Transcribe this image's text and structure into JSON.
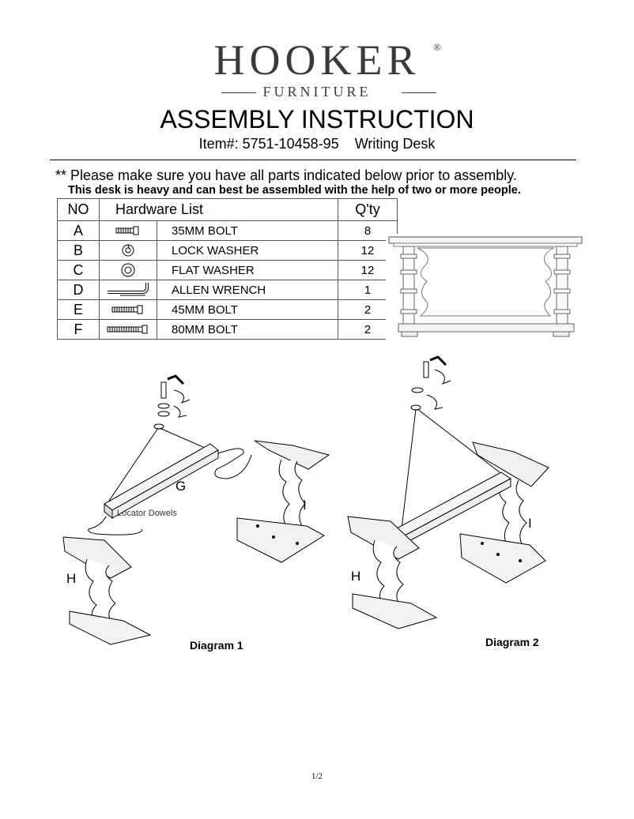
{
  "logo": {
    "brand": "HOOKER",
    "registered": "®",
    "sub": "FURNITURE"
  },
  "title": "ASSEMBLY INSTRUCTION",
  "item_line": "Item#: 5751-10458-95    Writing Desk",
  "notice": "** Please make sure you have all parts indicated below prior to assembly.",
  "notice_bold": "This desk is heavy and can best be assembled with the help of two or more people.",
  "table": {
    "headers": {
      "no": "NO",
      "list": "Hardware List",
      "qty": "Q'ty"
    },
    "rows": [
      {
        "no": "A",
        "icon": "short-bolt-icon",
        "name": "35MM BOLT",
        "qty": "8"
      },
      {
        "no": "B",
        "icon": "lock-washer-icon",
        "name": "LOCK WASHER",
        "qty": "12"
      },
      {
        "no": "C",
        "icon": "flat-washer-icon",
        "name": "FLAT WASHER",
        "qty": "12"
      },
      {
        "no": "D",
        "icon": "allen-wrench-icon",
        "name": "ALLEN WRENCH",
        "qty": "1"
      },
      {
        "no": "E",
        "icon": "medium-bolt-icon",
        "name": "45MM BOLT",
        "qty": "2"
      },
      {
        "no": "F",
        "icon": "long-bolt-icon",
        "name": "80MM BOLT",
        "qty": "2"
      }
    ]
  },
  "diagrams": {
    "d1_label": "Diagram 1",
    "d2_label": "Diagram 2",
    "part_g": "G",
    "part_h": "H",
    "part_i": "I",
    "locator": "Locator Dowels"
  },
  "page": "1/2"
}
